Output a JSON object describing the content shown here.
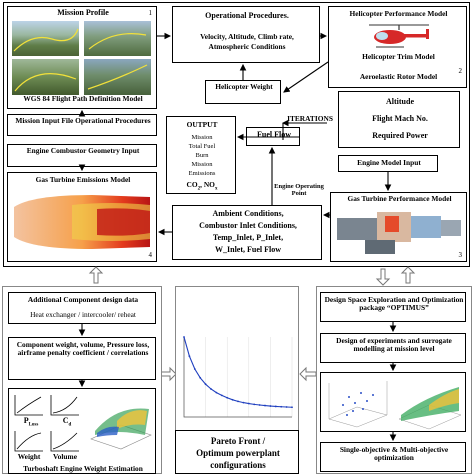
{
  "mission_profile": {
    "title": "Mission Profile",
    "number": "1",
    "caption": "WGS 84 Flight Path Definition Model"
  },
  "mission_input": {
    "label": "Mission Input File Operational Procedures"
  },
  "operational": {
    "title": "Operational Procedures.",
    "lines": [
      "Velocity, Altitude, Climb rate,",
      "Atmospheric Conditions"
    ]
  },
  "helicopter_weight": {
    "label": "Helicopter Weight"
  },
  "helicopter_performance": {
    "title": "Helicopter Performance Model",
    "trim": "Helicopter Trim Model",
    "rotor": "Aeroelastic Rotor Model",
    "number": "2"
  },
  "outputs_right": {
    "lines": [
      "Altitude",
      "Flight Mach No.",
      "Required Power"
    ]
  },
  "output": {
    "title": "OUTPUT",
    "lines": [
      "Mission",
      "Total Fuel",
      "Burn",
      "Mission",
      "Emissions"
    ]
  },
  "fuel_flow": {
    "label": "Fuel Flow"
  },
  "iterations": {
    "label": "ITERATIONS"
  },
  "engine_combustor": {
    "label": "Engine Combustor Geometry Input"
  },
  "engine_model_input": {
    "label": "Engine Model Input"
  },
  "engine_operating_point": {
    "label": "Engine Operating Point"
  },
  "emissions_model": {
    "title": "Gas Turbine Emissions Model",
    "number": "4"
  },
  "gas_turbine_performance": {
    "title": "Gas Turbine Performance Model",
    "number": "3"
  },
  "ambient": {
    "lines": [
      "Ambient Conditions,",
      "Combustor Inlet Conditions,",
      "Temp_Inlet, P_Inlet,",
      "W_Inlet, Fuel Flow"
    ]
  },
  "left_panel": {
    "additional": "Additional Component design data",
    "heat": "Heat exchanger / intercooler/ reheat",
    "component": "Component weight, volume, Pressure loss, airframe penalty coefficient / correlations",
    "p_loss": "Loss",
    "cd": "d",
    "weight": "Weight",
    "volume": "Volume",
    "turbo": "Turboshaft Engine Weight Estimation"
  },
  "right_panel": {
    "design_space": "Design Space Exploration and Optimization package “OPTIMUS”",
    "design_experiments": "Design of experiments and surrogate modelling at mission level",
    "single_multi": "Single-objective & Multi-objective optimization"
  },
  "pareto": {
    "lines": [
      "Pareto Front /",
      "Optimum powerplant",
      "configurations"
    ]
  },
  "chart_data": {
    "type": "line",
    "title": "",
    "xlabel": "",
    "ylabel": "",
    "x": [
      0,
      1,
      2,
      3,
      4,
      5,
      6,
      7,
      8,
      9,
      10,
      11,
      12,
      13,
      14,
      15,
      16,
      17,
      18,
      19,
      20
    ],
    "series": [
      {
        "values": [
          10,
          7.6,
          6.0,
          4.9,
          4.1,
          3.5,
          3.05,
          2.7,
          2.4,
          2.15,
          1.95,
          1.8,
          1.68,
          1.58,
          1.5,
          1.43,
          1.37,
          1.32,
          1.28,
          1.25,
          1.22
        ]
      }
    ]
  }
}
